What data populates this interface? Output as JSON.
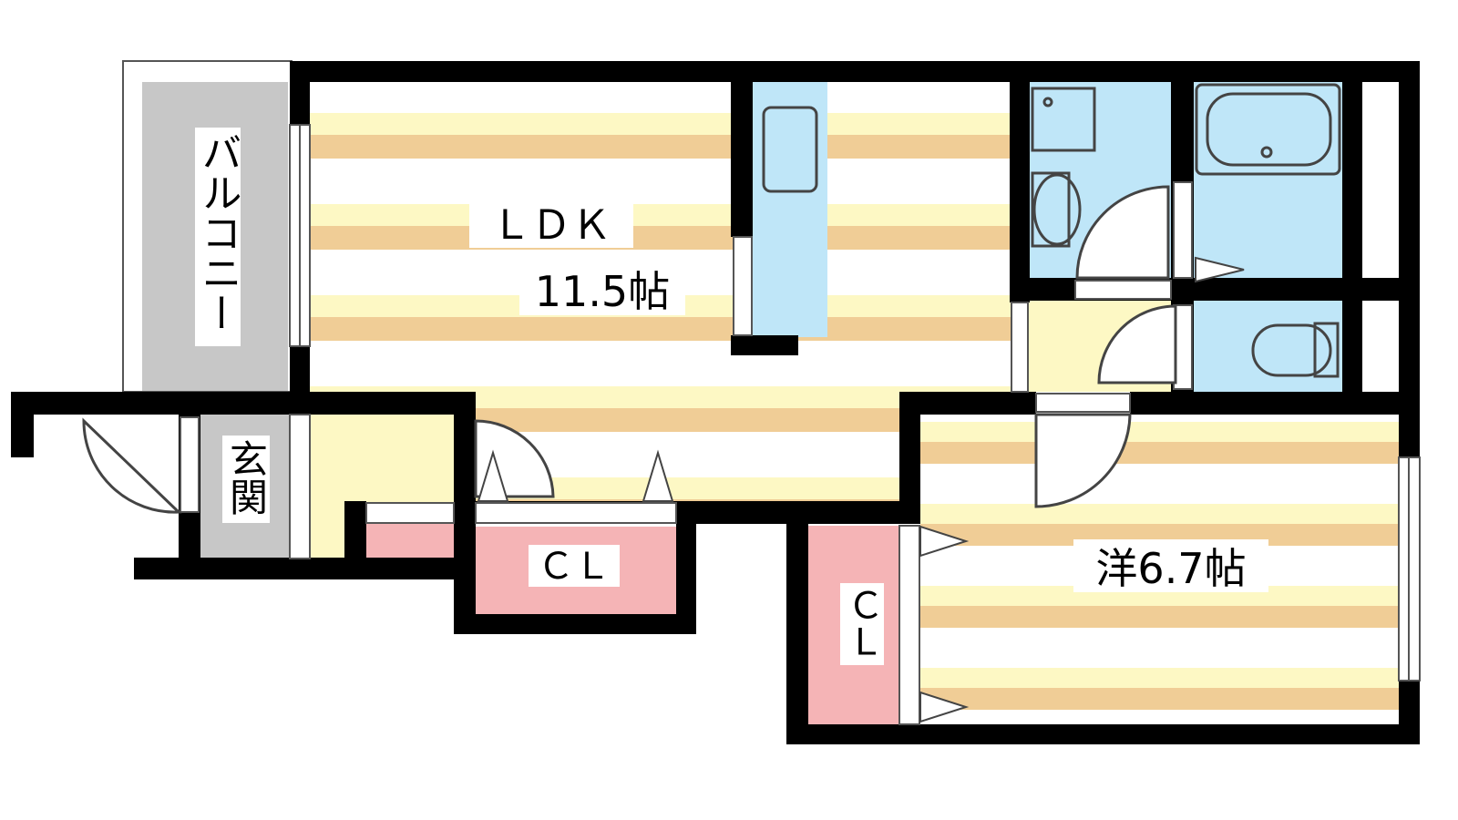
{
  "floor_plan": {
    "rooms": {
      "ldk_label": "ＬＤＫ",
      "ldk_size": "11.5帖",
      "western_label": "洋6.7帖",
      "balcony_label": "バルコニー",
      "entrance_label": "玄関",
      "closet_ldk_label": "ＣＬ",
      "closet_western_label": "ＣＬ"
    },
    "colors": {
      "wall": "#000000",
      "floor_stripe_light": "#fdf8c4",
      "floor_stripe_dark": "#f0cd96",
      "wet_area": "#bfe6f8",
      "hallway": "#fdf8c4",
      "closet": "#f5b4b6",
      "balcony": "#c7c7c7",
      "entrance": "#c7c7c7"
    }
  }
}
